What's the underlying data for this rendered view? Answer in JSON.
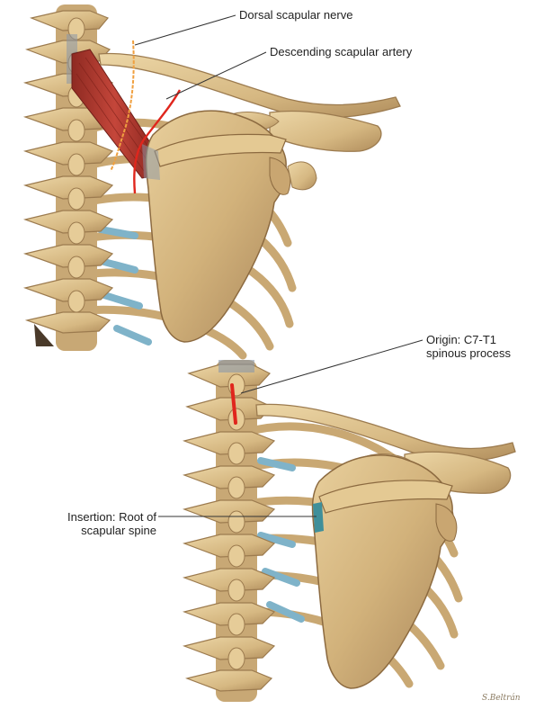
{
  "labels": {
    "dorsal_nerve": "Dorsal scapular nerve",
    "artery": "Descending scapular artery",
    "origin_line1": "Origin: C7-T1",
    "origin_line2": "spinous process",
    "insertion_line1": "Insertion: Root of",
    "insertion_line2": "scapular spine"
  },
  "signature": "S.Beltrán",
  "colors": {
    "bone": "#d9bd8a",
    "bone_shadow": "#a8875a",
    "muscle": "#b8352b",
    "artery": "#e0261d",
    "nerve": "#f0a040",
    "cartilage": "#7fb3c9"
  }
}
